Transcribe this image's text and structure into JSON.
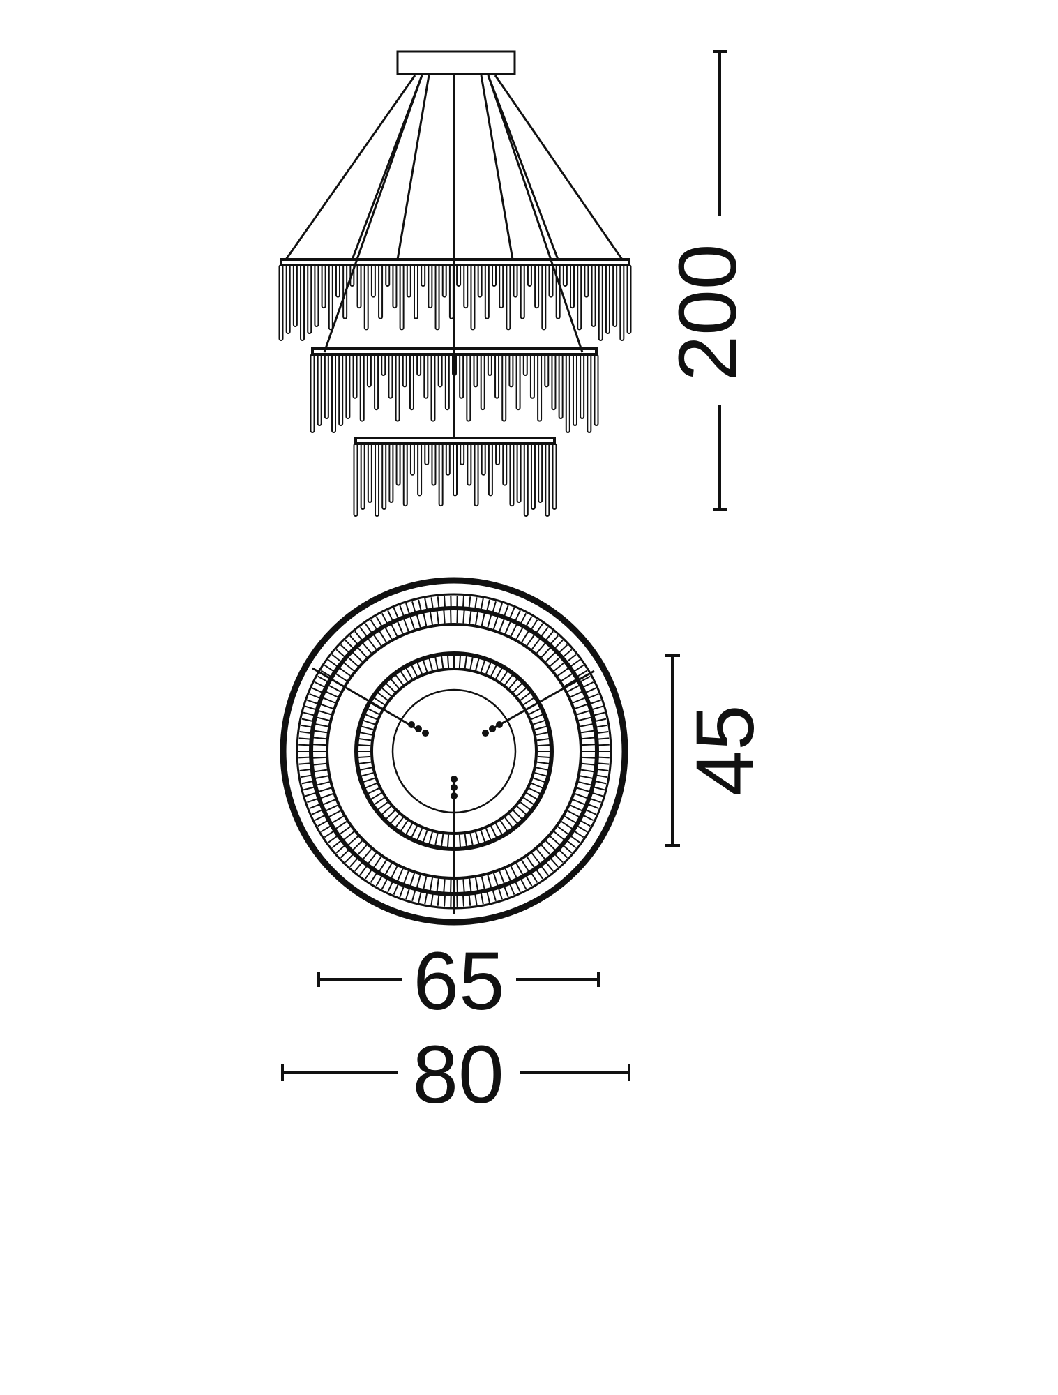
{
  "dimensions": {
    "height_total": "200",
    "height_body": "45",
    "diameter_inner": "65",
    "diameter_outer": "80"
  },
  "colors": {
    "line": "#111111",
    "background": "#ffffff"
  }
}
